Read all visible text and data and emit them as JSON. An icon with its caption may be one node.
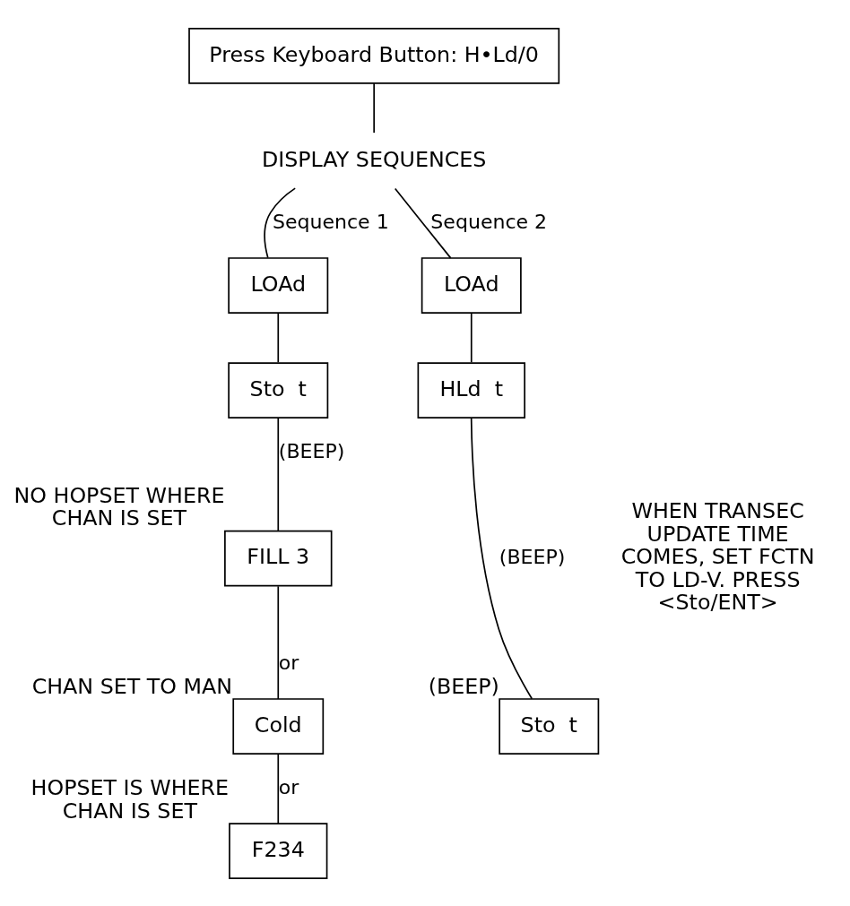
{
  "diagram": {
    "nodes": [
      {
        "text": [
          "Press Keyboard Button: H•Ld/0"
        ]
      },
      {
        "text": [
          "DISPLAY SEQUENCES"
        ]
      },
      {
        "text": [
          "LOAd"
        ]
      },
      {
        "text": [
          "Sto  t"
        ]
      },
      {
        "text": [
          "FILL 3"
        ],
        "beside": [
          "NO HOPSET WHERE CHAN IS SET"
        ]
      },
      {
        "text": [
          "Cold"
        ],
        "beside": [
          "CHAN SET TO MAN"
        ]
      },
      {
        "text": [
          "F234"
        ],
        "beside": [
          "HOPSET IS WHERE CHAN IS SET"
        ]
      },
      {
        "text": [
          "LOAd"
        ]
      },
      {
        "text": [
          "HLd  t"
        ]
      },
      {
        "text": [
          "Sto  t"
        ],
        "beside": [
          "(BEEP)"
        ]
      }
    ],
    "edges": [
      {
        "from": 0,
        "to": 1,
        "arrow": "none"
      },
      {
        "from": 1,
        "to": 2,
        "arrow": "none",
        "label": "Sequence 1"
      },
      {
        "from": 1,
        "to": 7,
        "arrow": "none",
        "label": "Sequence 2"
      },
      {
        "from": 2,
        "to": 3,
        "arrow": "none"
      },
      {
        "from": 3,
        "to": 4,
        "arrow": "none",
        "label": "(BEEP)"
      },
      {
        "from": 4,
        "to": 5,
        "arrow": "none",
        "label": "or"
      },
      {
        "from": 5,
        "to": 6,
        "arrow": "none",
        "label": "or"
      },
      {
        "from": 7,
        "to": 8,
        "arrow": "none"
      },
      {
        "from": 8,
        "to": 9,
        "arrow": "none",
        "label": "(BEEP)"
      }
    ],
    "labels": [
      "WHEN TRANSEC UPDATE TIME COMES, SET FCTN TO LD-V. PRESS <Sto/ENT>"
    ]
  }
}
